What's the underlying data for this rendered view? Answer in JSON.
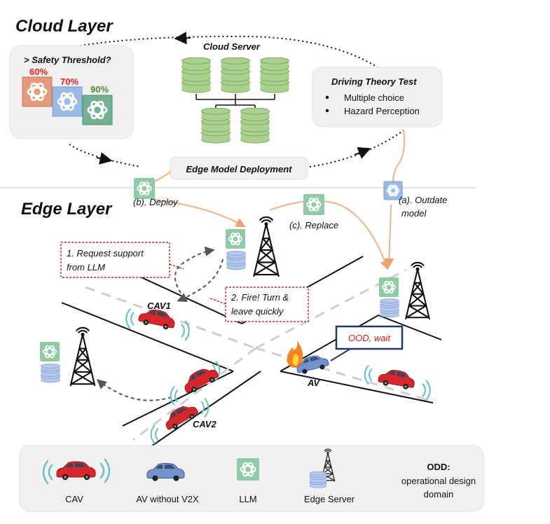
{
  "cloud": {
    "title": "Cloud Layer",
    "server_label": "Cloud Server",
    "safety_box": {
      "title": "> Safety Threshold?",
      "scores": [
        {
          "text": "60%",
          "color": "#e8201e"
        },
        {
          "text": "70%",
          "color": "#e8201e"
        },
        {
          "text": "90%",
          "color": "#4e8a2f"
        }
      ]
    },
    "test_box": {
      "title": "Driving Theory Test",
      "items": [
        "Multiple choice",
        "Hazard Perception"
      ]
    },
    "deployment_label": "Edge Model Deployment"
  },
  "edge": {
    "title": "Edge Layer",
    "labels": {
      "deploy": "(b). Deploy",
      "replace": "(c). Replace",
      "outdate_1": "(a). Outdate",
      "outdate_2": "model"
    },
    "callouts": {
      "request_1": "1. Request support",
      "request_2": "from LLM",
      "fire_1": "2. Fire! Turn &",
      "fire_2": "leave quickly",
      "ood": "OOD, wait"
    },
    "vehicles": {
      "cav1": "CAV1",
      "cav2": "CAV2",
      "av": "AV"
    }
  },
  "legend": {
    "cav": "CAV",
    "av": "AV without V2X",
    "llm": "LLM",
    "edge_server": "Edge Server",
    "odd_title": "ODD:",
    "odd_line1": "operational design",
    "odd_line2": "domain"
  },
  "colors": {
    "panel_fill": "#f1f1f1",
    "server_green": "#a9d08e",
    "server_blue": "#9bbbe6",
    "llm_green": "#8fcca5",
    "orange_arrow": "#f4b183",
    "callout_red": "#c00000",
    "ood_box": "#1f3864",
    "car_red": "#d9262d",
    "car_blue": "#6e8fc8",
    "signal_teal": "#6cc3c6"
  }
}
